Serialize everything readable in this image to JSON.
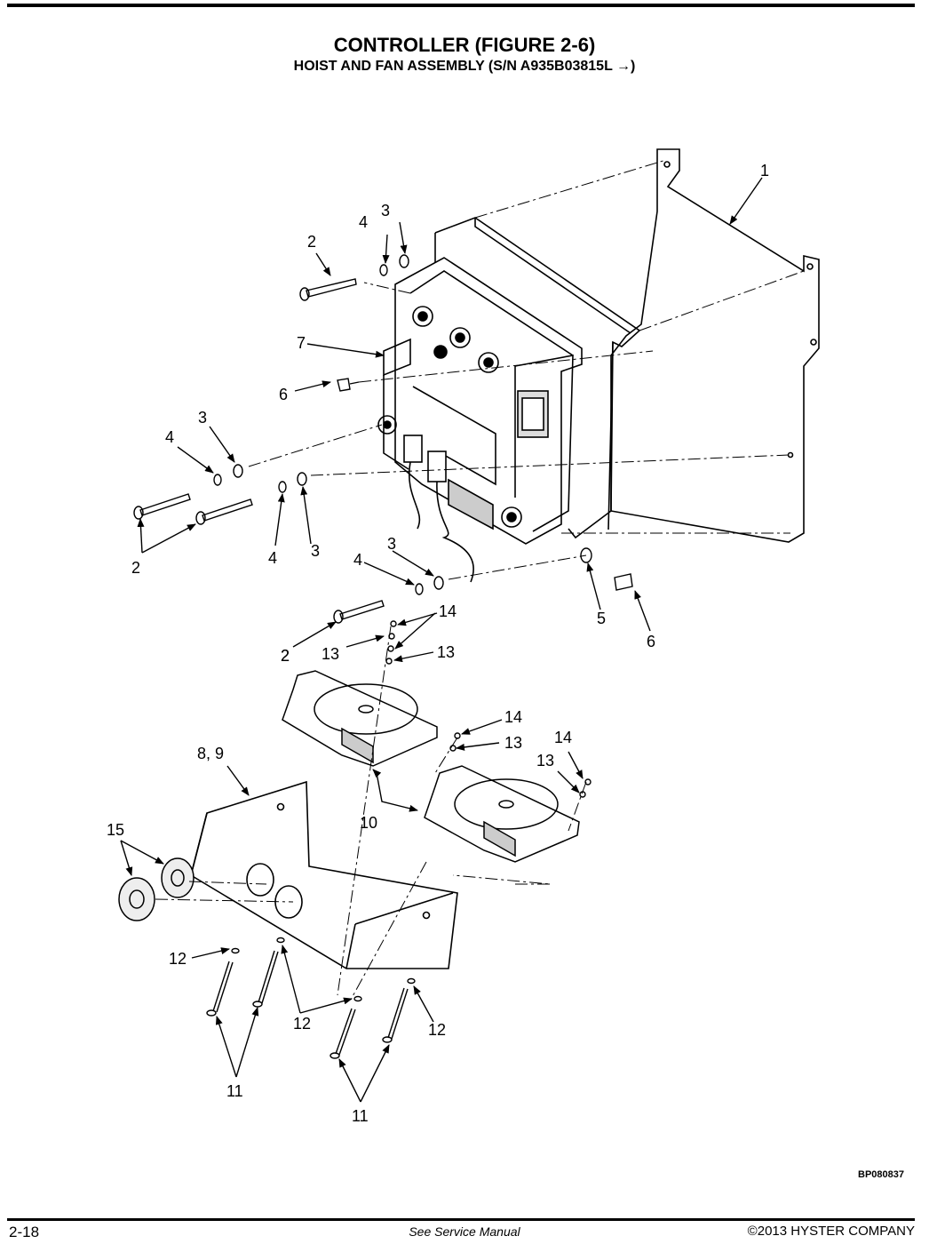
{
  "header": {
    "title": "CONTROLLER (FIGURE 2-6)",
    "subtitle": "HOIST AND FAN ASSEMBLY  (S/N A935B03815L →)"
  },
  "diagram": {
    "callouts": [
      "1",
      "2",
      "3",
      "4",
      "2",
      "3",
      "4",
      "4",
      "3",
      "2",
      "3",
      "4",
      "7",
      "6",
      "5",
      "6",
      "2",
      "13",
      "14",
      "13",
      "14",
      "13",
      "14",
      "13",
      "8, 9",
      "10",
      "15",
      "12",
      "12",
      "12",
      "11",
      "11"
    ],
    "reference_code": "BP080837"
  },
  "footer": {
    "page_number": "2-18",
    "note": "See Service Manual",
    "copyright": "©2013 HYSTER COMPANY"
  },
  "colors": {
    "line": "#000000",
    "background": "#ffffff"
  }
}
